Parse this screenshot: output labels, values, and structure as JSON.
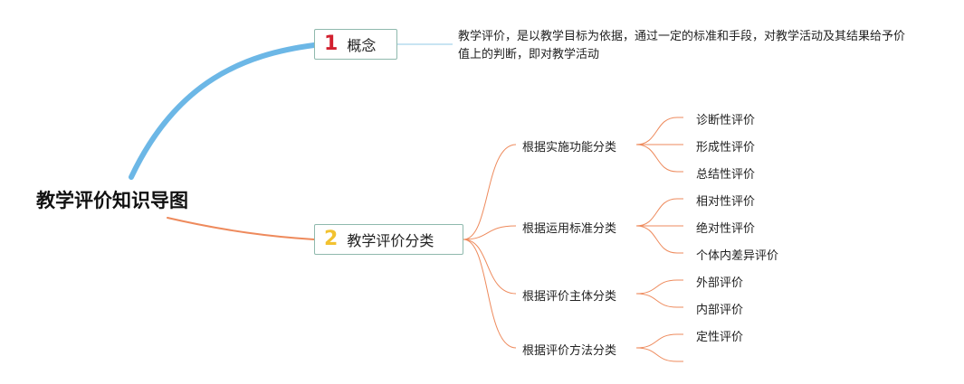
{
  "diagram": {
    "root": {
      "title": "教学评价知识导图"
    },
    "topics": [
      {
        "number": "1",
        "label": "概念",
        "number_color": "#d2202f",
        "note": "教学评价，是以教学目标为依据，通过一定的标准和手段，对教学活动及其结果给予价值上的判断，即对教学活动"
      },
      {
        "number": "2",
        "label": "教学评价分类",
        "number_color": "#f2c230"
      }
    ],
    "branches": [
      {
        "label": "根据实施功能分类",
        "leaves": [
          "诊断性评价",
          "形成性评价",
          "总结性评价"
        ]
      },
      {
        "label": "根据运用标准分类",
        "leaves": [
          "相对性评价",
          "绝对性评价",
          "个体内差异评价"
        ]
      },
      {
        "label": "根据评价主体分类",
        "leaves": [
          "外部评价",
          "内部评价"
        ]
      },
      {
        "label": "根据评价方法分类",
        "leaves": [
          "定性评价",
          ""
        ]
      }
    ],
    "colors": {
      "branch1": "#6cb7e6",
      "branch2": "#ee8a5c",
      "box_border": "#8fb9ad",
      "concept_line": "#a8d4ea"
    }
  }
}
